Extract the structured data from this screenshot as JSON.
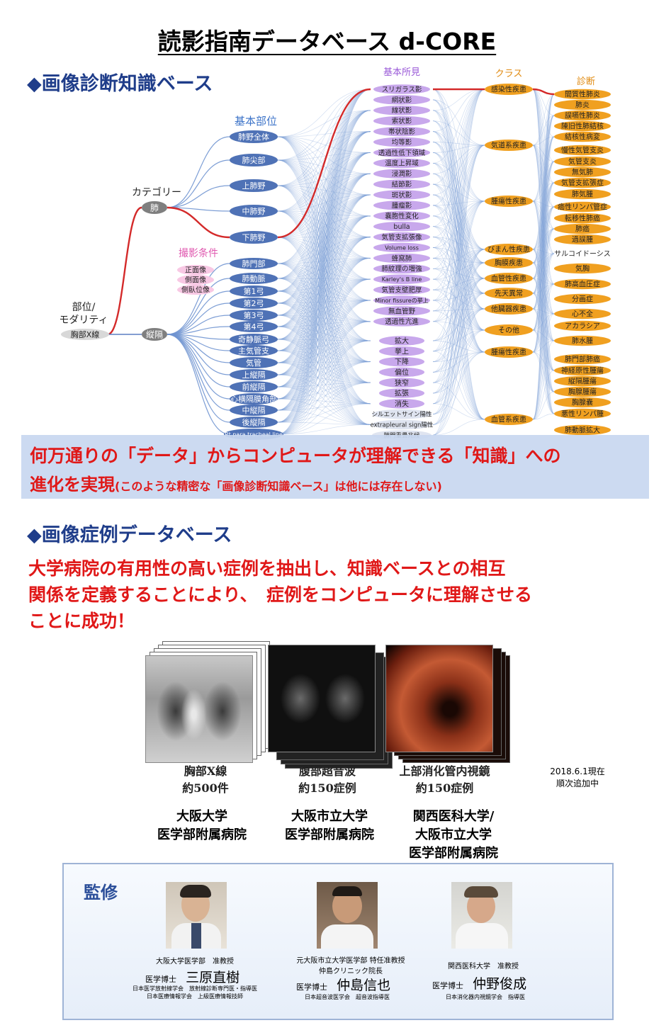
{
  "title": "読影指南データベース d-CORE",
  "section1": {
    "heading": "◆画像診断知識ベース",
    "diagram": {
      "root_label": "部位/\nモダリティ",
      "root_label_line1": "部位/",
      "root_label_line2": "モダリティ",
      "root_node": "胸部X線",
      "category_label": "カテゴリー",
      "categories": [
        "肺",
        "縦隔"
      ],
      "region_header": "基本部位",
      "lung_regions": [
        "肺野全体",
        "肺尖部",
        "上肺野",
        "中肺野",
        "下肺野"
      ],
      "imaging_header": "撮影条件",
      "imaging_conditions": [
        "正面像",
        "側面像",
        "側臥位像"
      ],
      "mediastinum_regions": [
        "肺門部",
        "肺動脈",
        "第1弓",
        "第2弓",
        "第3弓",
        "第4弓",
        "奇静脈弓",
        "主気管支",
        "気管",
        "上縦隔",
        "前縦隔",
        "心横隔膜角部",
        "中縦隔",
        "後縦隔",
        "Rt para tracheal line"
      ],
      "findings_header": "基本所見",
      "findings": [
        "スリガラス影",
        "網状影",
        "線状影",
        "索状影",
        "帯状陰影",
        "均等影",
        "透過性低下領域",
        "温度上昇域",
        "浸潤影",
        "結節影",
        "斑状影",
        "腫瘤影",
        "嚢胞性変化",
        "bulla",
        "気管支拡張像",
        "Volume loss",
        "蜂窩肺",
        "肺紋理の増強",
        "Karley's B line",
        "気管支壁肥厚",
        "Minor fissureの挙上",
        "無血管野",
        "透過性亢進"
      ],
      "findings2": [
        "拡大",
        "挙上",
        "下降",
        "偏位",
        "狭窄",
        "拡張",
        "消失",
        "シルエットサイン陽性",
        "extrapleural sign陽性",
        "肺門重畳兆候"
      ],
      "class_header": "クラス",
      "classes": [
        "感染性疾患",
        "気道系疾患",
        "腫瘍性疾患",
        "びまん性疾患",
        "胸膜疾患",
        "血管性疾患",
        "先天異常",
        "他臓器疾患",
        "その他",
        "腫瘍性疾患",
        "血管系疾患"
      ],
      "diagnosis_header": "診断",
      "diagnoses": [
        "間質性肺炎",
        "肺炎",
        "誤嚥性肺炎",
        "陳旧性肺結核",
        "結核性病変",
        "慢性気管支炎",
        "気管支炎",
        "無気肺",
        "気管支拡張症",
        "肺気腫",
        "癌性リンパ管症",
        "転移性肺癌",
        "肺癌",
        "過誤腫",
        "サルコイドーシス",
        "気胸",
        "肺高血圧症",
        "分画症",
        "心不全",
        "アカラシア",
        "肺水腫",
        "肺門部肺癌",
        "神経原性腫瘍",
        "縦隔腫瘍",
        "胸腺腫瘍",
        "胸腺嚢",
        "悪性リンパ腫",
        "肺動脈拡大"
      ]
    }
  },
  "banner": {
    "line1": "何万通りの「データ」からコンピュータが理解できる「知識」への",
    "line2_big": "進化を実現",
    "line2_small": "(このような精密な「画像診断知識ベース」は他には存在しない)"
  },
  "section2": {
    "heading": "◆画像症例データベース",
    "body_line1": "大学病院の有用性の高い症例を抽出し、知識ベースとの相互",
    "body_line2": "関係を定義することにより、　症例をコンピュータに理解させる",
    "body_line3": "ことに成功！"
  },
  "cases": [
    {
      "name": "胸部X線",
      "count": "約500件",
      "institution_lines": [
        "大阪大学",
        "医学部附属病院"
      ]
    },
    {
      "name": "腹部超音波",
      "count": "約150症例",
      "institution_lines": [
        "大阪市立大学",
        "医学部附属病院"
      ]
    },
    {
      "name": "上部消化管内視鏡",
      "count": "約150症例",
      "institution_lines": [
        "関西医科大学/",
        "大阪市立大学",
        "医学部附属病院"
      ]
    }
  ],
  "date_note": {
    "line1": "2018.6.1現在",
    "line2": "順次追加中"
  },
  "supervision": {
    "title": "監修",
    "people": [
      {
        "affiliation": "大阪大学医学部　准教授",
        "degree": "医学博士",
        "name": "三原直樹",
        "notes": [
          "日本医学放射線学会　放射線診断専門医・指導医",
          "日本医療情報学会　上級医療情報技師"
        ]
      },
      {
        "affiliation": "元大阪市立大学医学部 特任准教授",
        "affiliation2": "仲島クリニック院長",
        "degree": "医学博士",
        "name": "仲島信也",
        "notes": [
          "日本超音波医学会　超音波指導医"
        ]
      },
      {
        "affiliation": "関西医科大学　准教授",
        "degree": "医学博士",
        "name": "仲野俊成",
        "notes": [
          "日本消化器内視鏡学会　指導医"
        ]
      }
    ]
  },
  "colors": {
    "heading_blue": "#1f3d8a",
    "red": "#e01818",
    "node_blue": "#4f72b6",
    "node_gray": "#7f7f7f",
    "node_purple": "#c8a8ec",
    "node_orange": "#f0a020",
    "node_pink": "#f8c8e4"
  }
}
